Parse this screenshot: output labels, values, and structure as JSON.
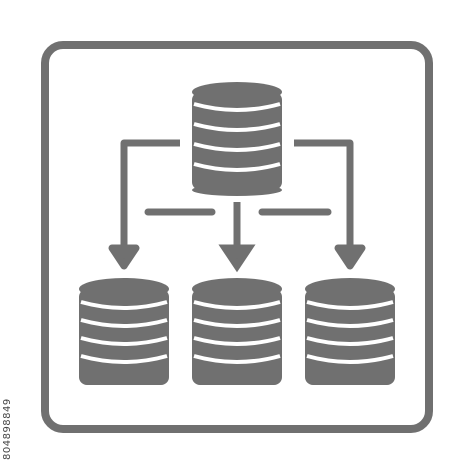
{
  "stock_id": "804898849",
  "colors": {
    "icon": "#707070",
    "background": "#ffffff",
    "stripe": "#ffffff"
  },
  "icon": {
    "name": "database-distribution-icon",
    "source_count": 1,
    "target_count": 3
  }
}
